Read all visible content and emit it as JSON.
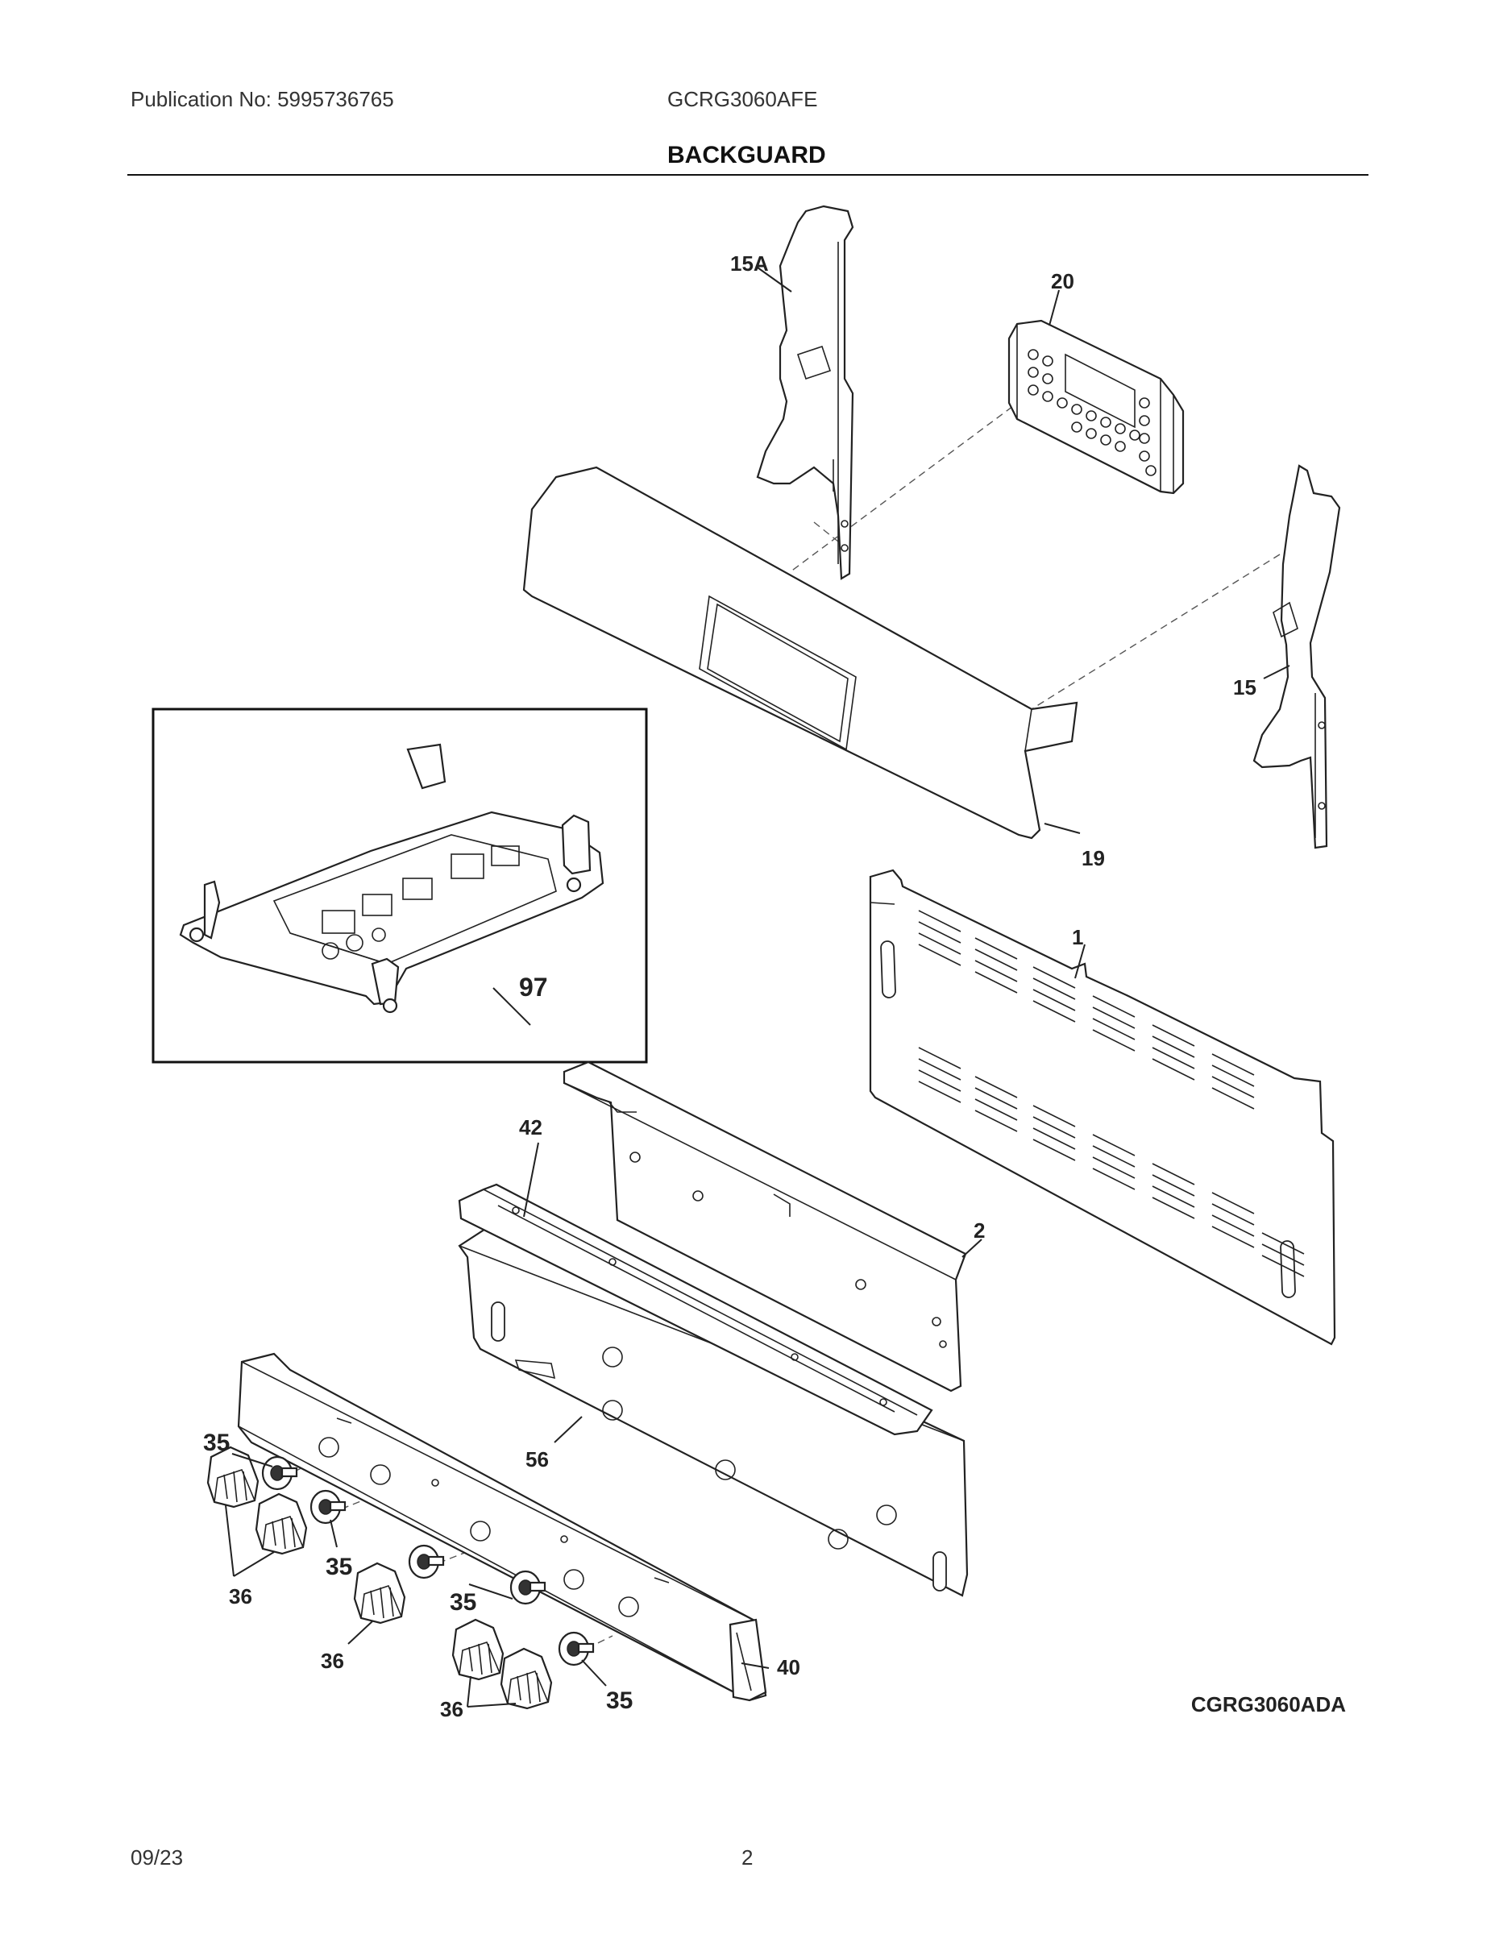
{
  "header": {
    "publication": "Publication No: 5995736765",
    "model": "GCRG3060AFE"
  },
  "section_title": "BACKGUARD",
  "diagram_id": "CGRG3060ADA",
  "callouts": {
    "c15a": "15A",
    "c20": "20",
    "c15": "15",
    "c19": "19",
    "c97": "97",
    "c1": "1",
    "c42": "42",
    "c2": "2",
    "c56": "56",
    "c35a": "35",
    "c35b": "35",
    "c35c": "35",
    "c35d": "35",
    "c36a": "36",
    "c36b": "36",
    "c36c": "36",
    "c40": "40"
  },
  "footer": {
    "date": "09/23",
    "page": "2"
  }
}
